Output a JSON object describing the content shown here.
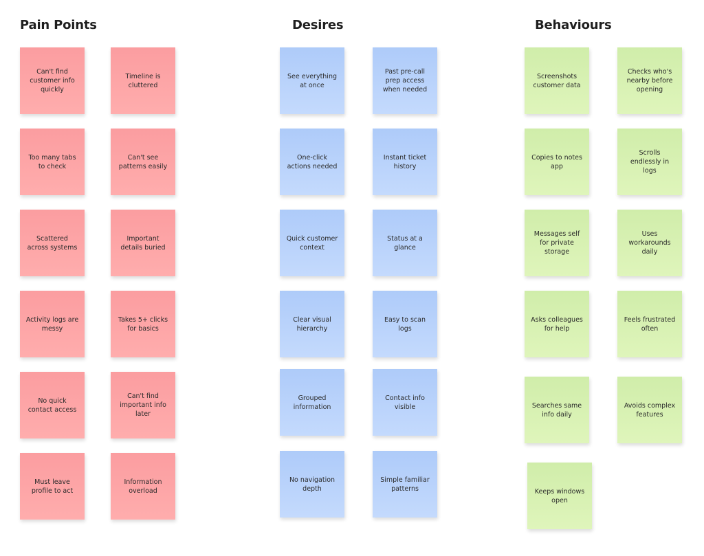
{
  "headings": {
    "pain_points": "Pain Points",
    "desires": "Desires",
    "behaviours": "Behaviours"
  },
  "colors": {
    "pain_note": "#fca5a5",
    "desire_note": "#b9d3fb",
    "behaviour_note": "#d8f2b3",
    "heading_text": "#1f1f1f"
  },
  "pain_points": [
    "Can't find customer info quickly",
    "Timeline is cluttered",
    "Too many tabs to check",
    "Can't see patterns easily",
    "Scattered across systems",
    "Important details buried",
    "Activity logs are messy",
    "Takes 5+ clicks for basics",
    "No quick contact access",
    "Can't find important info later",
    "Must leave profile to act",
    "Information overload"
  ],
  "desires": [
    "See everything at once",
    "Past pre-call prep access when needed",
    "One-click actions needed",
    "Instant ticket history",
    "Quick customer context",
    "Status at a glance",
    "Clear visual hierarchy",
    "Easy to scan logs",
    "Grouped information",
    "Contact info visible",
    "No navigation depth",
    "Simple familiar patterns"
  ],
  "behaviours": [
    "Screenshots customer data",
    "Checks who's nearby before opening",
    "Copies to notes app",
    "Scrolls endlessly in logs",
    "Messages self for private storage",
    "Uses workarounds daily",
    "Asks colleagues for help",
    "Feels frustrated often",
    "Searches same info daily",
    "Avoids complex features",
    "Keeps windows open"
  ]
}
